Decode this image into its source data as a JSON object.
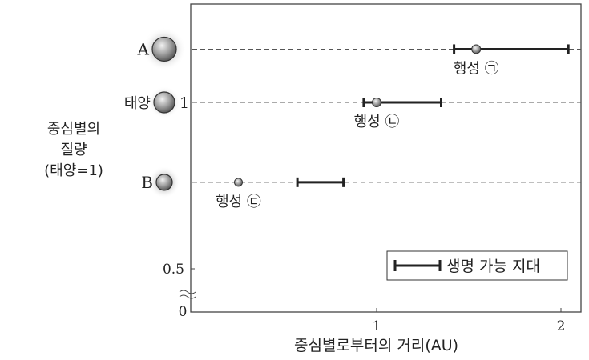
{
  "chart_data": {
    "type": "scatter",
    "xlabel": "중심별로부터의 거리(AU)",
    "ylabel": [
      "중심별의",
      "질량",
      "(태양=1)"
    ],
    "x_ticks": [
      "0",
      "1",
      "2"
    ],
    "y_ticks": [
      "0",
      "0.5",
      "1"
    ],
    "xlim": [
      0,
      2.1
    ],
    "y_axis_break": true,
    "stars": [
      {
        "label": "A",
        "mass": 1.16
      },
      {
        "label": "태양",
        "mass": 1.0
      },
      {
        "label": "B",
        "mass": 0.76
      }
    ],
    "planets": [
      {
        "name": "행성 ㉠",
        "star": "A",
        "distance": 1.54,
        "mass_row": 1.16
      },
      {
        "name": "행성 ㉡",
        "star": "태양",
        "distance": 1.0,
        "mass_row": 1.0
      },
      {
        "name": "행성 ㉢",
        "star": "B",
        "distance": 0.25,
        "mass_row": 0.76
      }
    ],
    "habitable_zones": [
      {
        "star": "A",
        "range": [
          1.42,
          2.04
        ]
      },
      {
        "star": "태양",
        "range": [
          0.93,
          1.35
        ]
      },
      {
        "star": "B",
        "range": [
          0.57,
          0.82
        ]
      }
    ],
    "legend": {
      "label": "생명 가능 지대",
      "position": "bottom-right"
    }
  }
}
